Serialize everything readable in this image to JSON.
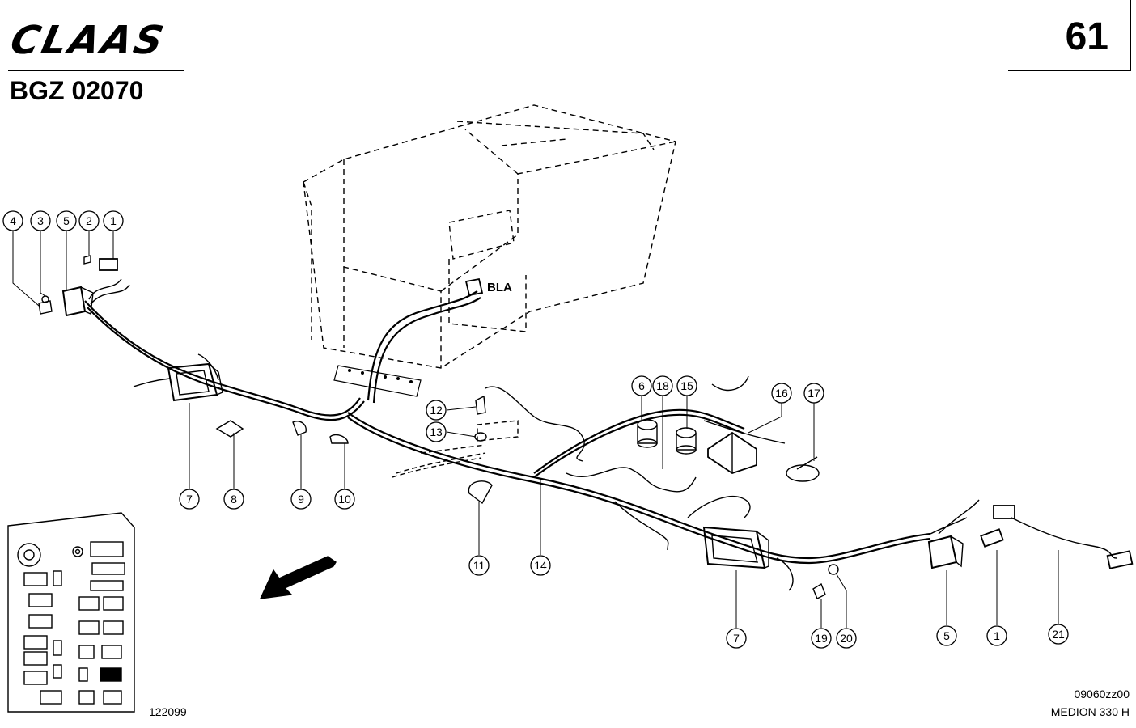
{
  "header": {
    "brand": "CLAAS",
    "drawing_code": "BGZ 02070",
    "page_number": "61"
  },
  "footer": {
    "left_code": "122099",
    "right_code": "09060zz00",
    "model": "MEDION 330 H"
  },
  "diagram": {
    "connector_label": "BLA",
    "callouts": [
      {
        "id": "c4",
        "text": "4"
      },
      {
        "id": "c3",
        "text": "3"
      },
      {
        "id": "c5a",
        "text": "5"
      },
      {
        "id": "c2",
        "text": "2"
      },
      {
        "id": "c1a",
        "text": "1"
      },
      {
        "id": "c7a",
        "text": "7"
      },
      {
        "id": "c8",
        "text": "8"
      },
      {
        "id": "c9",
        "text": "9"
      },
      {
        "id": "c10",
        "text": "10"
      },
      {
        "id": "c12",
        "text": "12"
      },
      {
        "id": "c13",
        "text": "13"
      },
      {
        "id": "c11",
        "text": "11"
      },
      {
        "id": "c14",
        "text": "14"
      },
      {
        "id": "c6",
        "text": "6"
      },
      {
        "id": "c18",
        "text": "18"
      },
      {
        "id": "c15",
        "text": "15"
      },
      {
        "id": "c16",
        "text": "16"
      },
      {
        "id": "c17",
        "text": "17"
      },
      {
        "id": "c7b",
        "text": "7"
      },
      {
        "id": "c19",
        "text": "19"
      },
      {
        "id": "c20",
        "text": "20"
      },
      {
        "id": "c5b",
        "text": "5"
      },
      {
        "id": "c1b",
        "text": "1"
      },
      {
        "id": "c21",
        "text": "21"
      }
    ]
  }
}
